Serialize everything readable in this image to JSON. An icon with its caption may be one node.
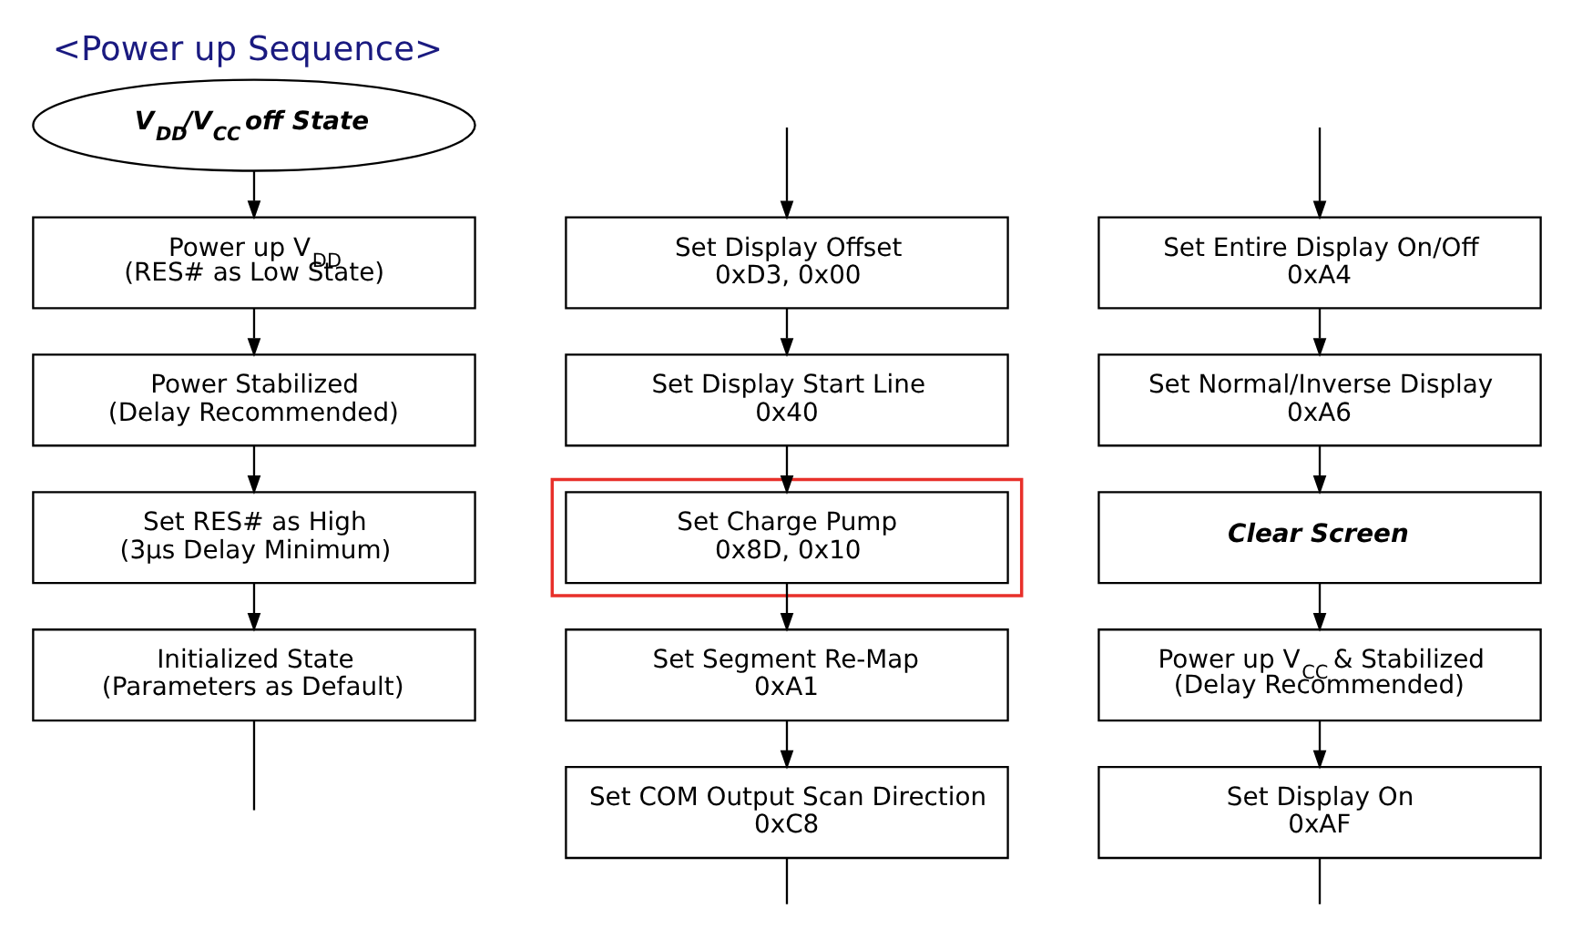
{
  "diagram": {
    "title": "<Power up Sequence>",
    "nodes": [
      {
        "text": [
          "V$_{DD}$/V$_{CC}$ off State"
        ]
      },
      {
        "text": [
          "Power up V$_{DD}$",
          "(RES# as Low State)"
        ]
      },
      {
        "text": [
          "Power Stabilized",
          "(Delay Recommended)"
        ]
      },
      {
        "text": [
          "Set RES# as High",
          "(3μs Delay Minimum)"
        ]
      },
      {
        "text": [
          "Initialized State",
          "(Parameters as Default)"
        ]
      },
      {
        "text": [
          "Set Display Offset",
          "0xD3, 0x00"
        ]
      },
      {
        "text": [
          "Set Display Start Line",
          "0x40"
        ]
      },
      {
        "text": [],
        "shape": "box"
      },
      {
        "text": [
          "Set Charge Pump",
          "0x8D, 0x10"
        ],
        "in": 7
      },
      {
        "text": [
          "Set Segment Re-Map",
          "0xA1"
        ]
      },
      {
        "text": [
          "Set COM Output Scan Direction",
          "0xC8"
        ]
      },
      {
        "text": [
          "Set Entire Display On/Off",
          "0xA4"
        ]
      },
      {
        "text": [
          "Set Normal/Inverse Display",
          "0xA6"
        ]
      },
      {
        "text": [
          "Clear Screen"
        ]
      },
      {
        "text": [
          "Power up V$_{CC}$ & Stabilized",
          "(Delay Recommended)"
        ]
      },
      {
        "text": [
          "Set Display On",
          "0xAF"
        ]
      }
    ],
    "edges": [
      {
        "from": 0,
        "to": 1,
        "arrow": "to"
      },
      {
        "from": 1,
        "to": 2,
        "arrow": "to"
      },
      {
        "from": 2,
        "to": 3,
        "arrow": "to"
      },
      {
        "from": 3,
        "to": 4,
        "arrow": "to"
      },
      {
        "from": 4,
        "to": null,
        "arrow": "none"
      },
      {
        "from": null,
        "to": 5,
        "arrow": "to"
      },
      {
        "from": 5,
        "to": 6,
        "arrow": "to"
      },
      {
        "from": 6,
        "to": 8,
        "arrow": "to"
      },
      {
        "from": 8,
        "to": 9,
        "arrow": "to"
      },
      {
        "from": 9,
        "to": 10,
        "arrow": "to"
      },
      {
        "from": 10,
        "to": null,
        "arrow": "none"
      },
      {
        "from": null,
        "to": 11,
        "arrow": "to"
      },
      {
        "from": 11,
        "to": 12,
        "arrow": "to"
      },
      {
        "from": 12,
        "to": 13,
        "arrow": "to"
      },
      {
        "from": 13,
        "to": 14,
        "arrow": "to"
      },
      {
        "from": 14,
        "to": 15,
        "arrow": "to"
      },
      {
        "from": 15,
        "to": null,
        "arrow": "none"
      }
    ]
  }
}
